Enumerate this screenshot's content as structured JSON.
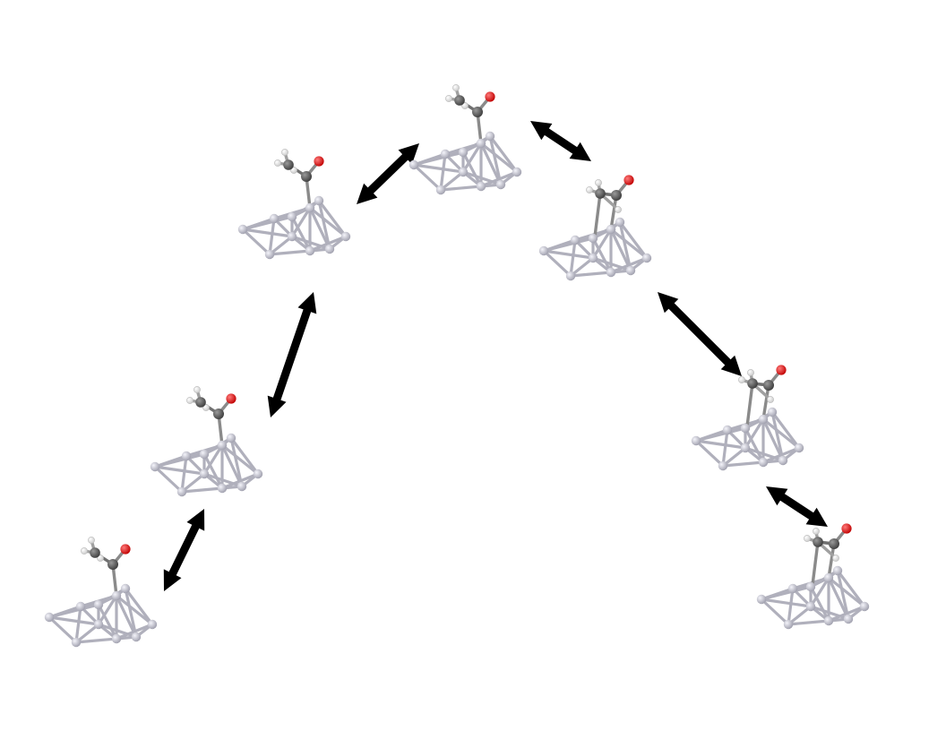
{
  "colors": {
    "background": "#ffffff",
    "metal": "#b4b4c0",
    "metal_bond": "#b0b0bc",
    "carbon": "#5a5a5a",
    "oxygen": "#e00000",
    "hydrogen": "#ececec",
    "arrow": "#000000"
  },
  "structures": [
    {
      "id": "cluster-1",
      "variant": "upright"
    },
    {
      "id": "cluster-2",
      "variant": "upright"
    },
    {
      "id": "cluster-3",
      "variant": "upright"
    },
    {
      "id": "cluster-4",
      "variant": "upright"
    },
    {
      "id": "cluster-5",
      "variant": "bridged"
    },
    {
      "id": "cluster-6",
      "variant": "bridged"
    },
    {
      "id": "cluster-7",
      "variant": "bridged"
    }
  ],
  "arrows": [
    {
      "id": "arrow-1-2",
      "type": "double-headed"
    },
    {
      "id": "arrow-2-3",
      "type": "double-headed"
    },
    {
      "id": "arrow-3-4",
      "type": "double-headed"
    },
    {
      "id": "arrow-4-5",
      "type": "double-headed"
    },
    {
      "id": "arrow-5-6",
      "type": "double-headed"
    },
    {
      "id": "arrow-6-7",
      "type": "double-headed"
    }
  ]
}
